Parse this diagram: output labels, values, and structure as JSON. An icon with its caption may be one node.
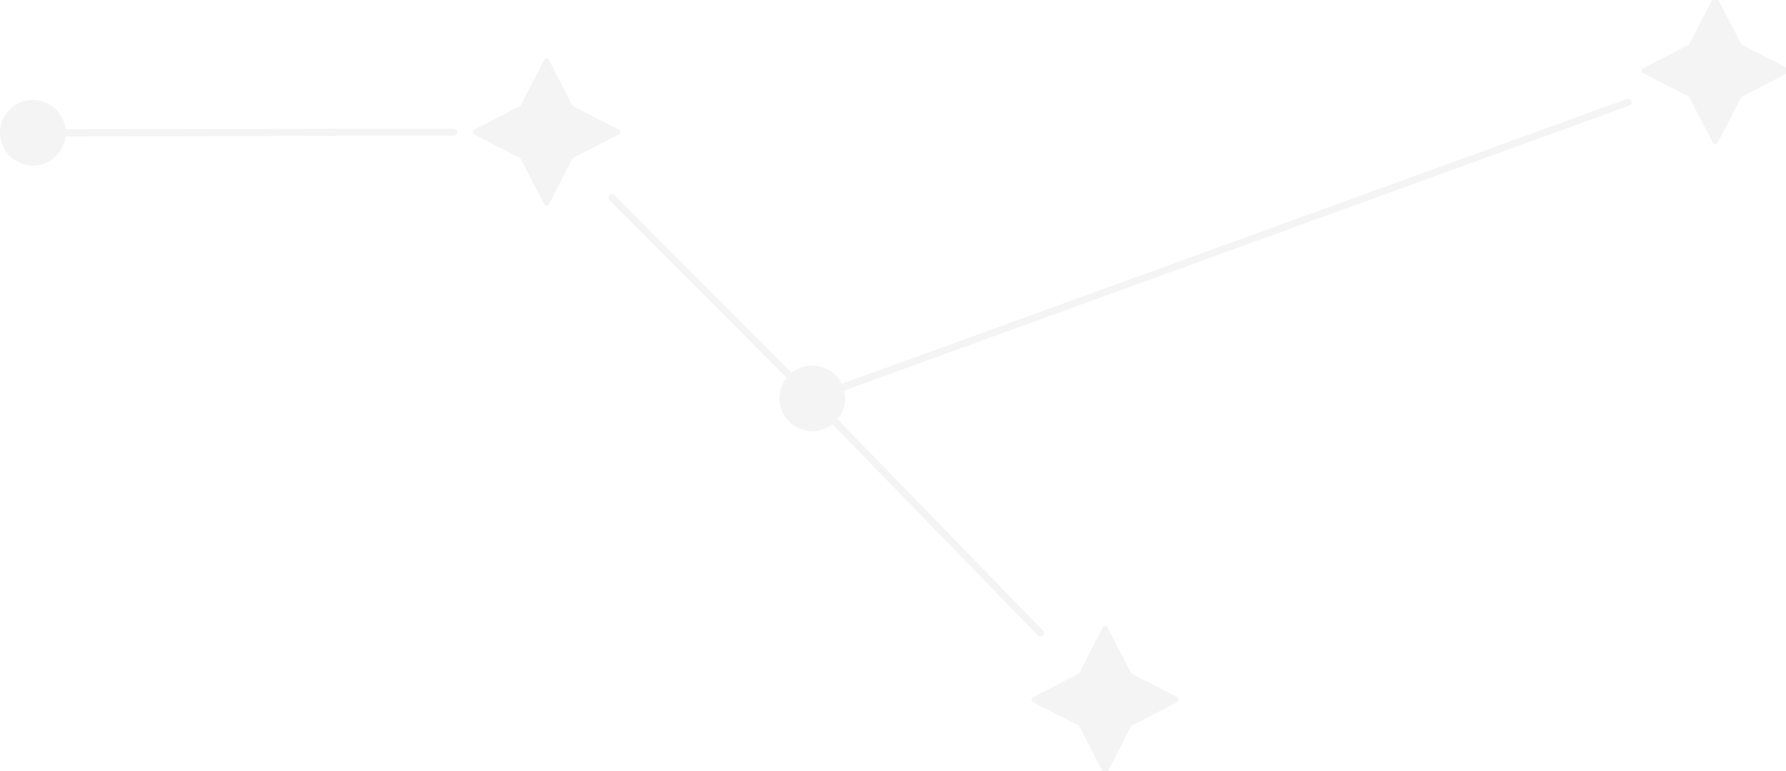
{
  "diagram": {
    "nodes": [
      {
        "text": [],
        "shape": "circle"
      },
      {
        "text": [],
        "shape": "star"
      },
      {
        "text": [],
        "shape": "star"
      },
      {
        "text": [],
        "shape": "circle"
      },
      {
        "text": [],
        "shape": "star"
      }
    ],
    "edges": [
      {
        "from": 0,
        "to": 1,
        "arrow": "none"
      },
      {
        "from": 1,
        "to": 3,
        "arrow": "none"
      },
      {
        "from": 3,
        "to": 2,
        "arrow": "none"
      },
      {
        "from": 3,
        "to": 4,
        "arrow": "none"
      }
    ]
  }
}
